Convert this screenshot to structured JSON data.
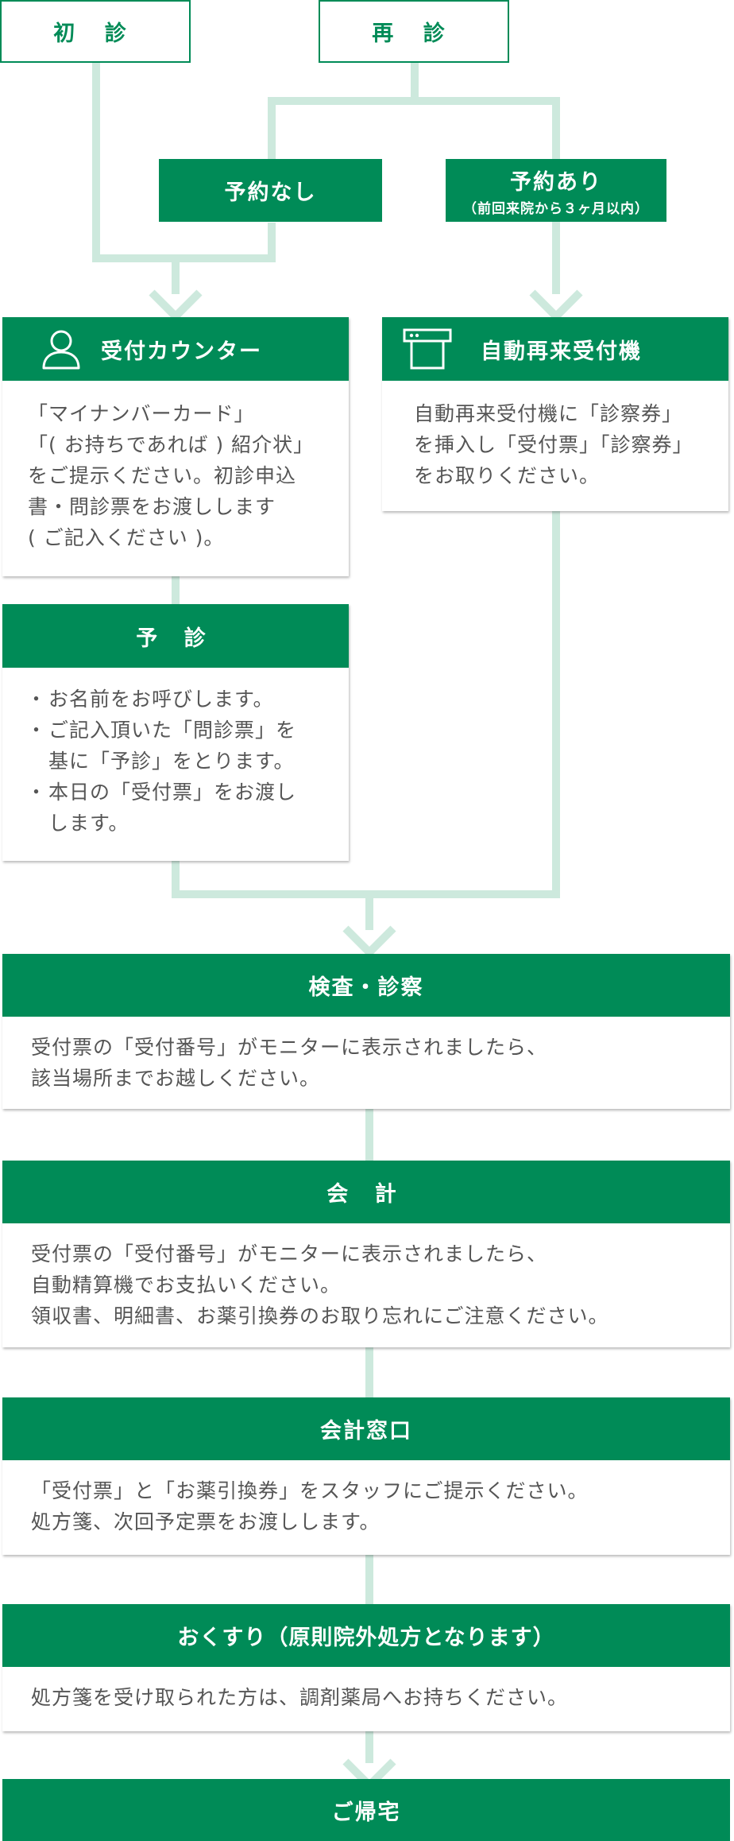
{
  "top": {
    "shoshin": "初 診",
    "saishin": "再 診"
  },
  "branch": {
    "no_reservation": "予約なし",
    "reservation": "予約あり",
    "reservation_note": "（前回来院から３ヶ月以内）"
  },
  "reception": {
    "counter_title": "受付カウンター",
    "counter_icon": "person-icon",
    "counter_lines": [
      "「マイナンバーカード」",
      "「( お持ちであれば ) 紹介状」",
      "をご提示ください。初診申込",
      "書・問診票をお渡しします",
      "( ご記入ください )。"
    ],
    "machine_title": "自動再来受付機",
    "machine_icon": "kiosk-icon",
    "machine_lines": [
      "自動再来受付機に「診察券」",
      "を挿入し「受付票」「診察券」",
      "をお取りください。"
    ]
  },
  "yoshin": {
    "title": "予 診",
    "bullet_mark": "・",
    "bullets": [
      [
        "お名前をお呼びします。"
      ],
      [
        "ご記入頂いた「問診票」を",
        "基に「予診」をとります。"
      ],
      [
        "本日の「受付票」をお渡し",
        "します。"
      ]
    ]
  },
  "steps": [
    {
      "title": "検査・診察",
      "lines": [
        "受付票の「受付番号」がモニターに表示されましたら、",
        "該当場所までお越しください。"
      ]
    },
    {
      "title": "会 計",
      "lines": [
        "受付票の「受付番号」がモニターに表示されましたら、",
        "自動精算機でお支払いください。",
        "領収書、明細書、お薬引換券のお取り忘れにご注意ください。"
      ]
    },
    {
      "title": "会計窓口",
      "lines": [
        "「受付票」と「お薬引換券」をスタッフにご提示ください。",
        "処方箋、次回予定票をお渡しします。"
      ]
    },
    {
      "title": "おくすり（原則院外処方となります）",
      "lines": [
        "処方箋を受け取られた方は、調剤薬局へお持ちください。"
      ]
    }
  ],
  "final": {
    "title": "ご帰宅"
  },
  "colors": {
    "green": "#008b57",
    "connector": "#cde9dd",
    "text": "#555555"
  }
}
